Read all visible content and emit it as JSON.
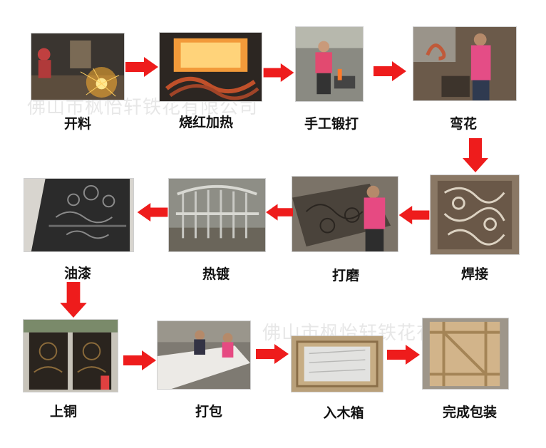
{
  "watermark_text": "佛山市枫怡轩铁花有限公司",
  "steps": [
    {
      "label": "开料"
    },
    {
      "label": "烧红加热"
    },
    {
      "label": "手工锻打"
    },
    {
      "label": "弯花"
    },
    {
      "label": "焊接"
    },
    {
      "label": "打磨"
    },
    {
      "label": "热镀"
    },
    {
      "label": "油漆"
    },
    {
      "label": "上铜"
    },
    {
      "label": "打包"
    },
    {
      "label": "入木箱"
    },
    {
      "label": "完成包装"
    }
  ],
  "colors": {
    "arrow": "#ee1c1c",
    "label": "#111111",
    "watermark": "#9a9a9a"
  }
}
